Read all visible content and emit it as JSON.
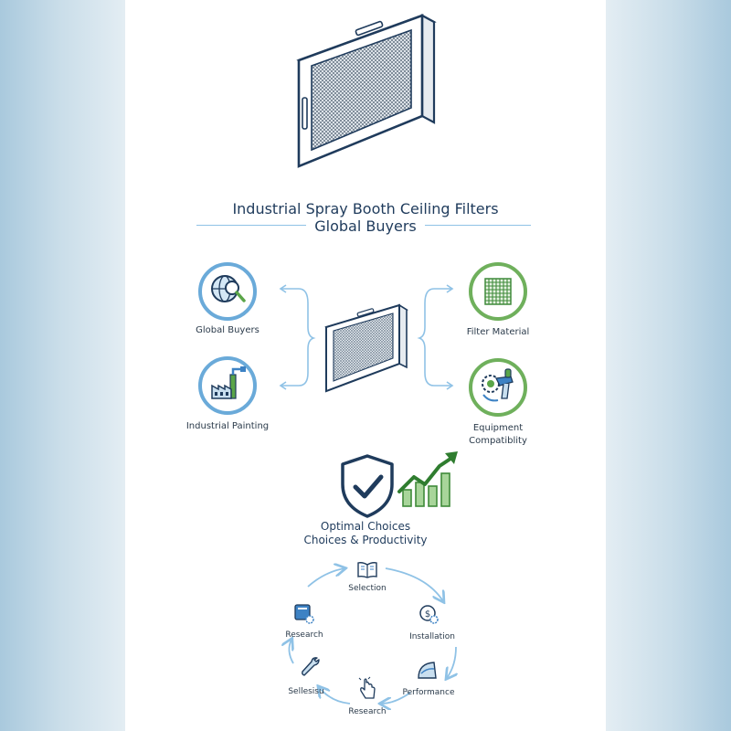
{
  "title": {
    "line1": "Industrial Spray Booth Ceiling Filters",
    "line2": "Global Buyers"
  },
  "left_items": [
    {
      "label": "Global Buyers",
      "icon": "globe-magnifier-icon"
    },
    {
      "label": "Industrial Painting",
      "icon": "factory-icon"
    }
  ],
  "right_items": [
    {
      "label": "Filter Material",
      "icon": "mesh-grid-icon"
    },
    {
      "label_line1": "Equipment",
      "label_line2": "Compatiblity",
      "icon": "spray-gun-gear-icon"
    }
  ],
  "outcome": {
    "line1": "Optimal Choices",
    "line2": "Choices & Productivity"
  },
  "cycle": [
    {
      "label": "Selection",
      "icon": "book-icon"
    },
    {
      "label": "Installation",
      "icon": "dollar-gear-icon"
    },
    {
      "label": "Performance",
      "icon": "flow-icon"
    },
    {
      "label": "Research",
      "icon": "hand-pointer-icon"
    },
    {
      "label": "Sellesisu",
      "icon": "wrench-icon"
    },
    {
      "label": "Research",
      "icon": "document-gear-icon"
    }
  ],
  "colors": {
    "navy": "#1f3b5c",
    "blue": "#3d82c4",
    "green": "#5aa548",
    "ring_blue": "#6aaad9",
    "ring_green": "#6fb05c",
    "arrow": "#8fc2e6"
  }
}
